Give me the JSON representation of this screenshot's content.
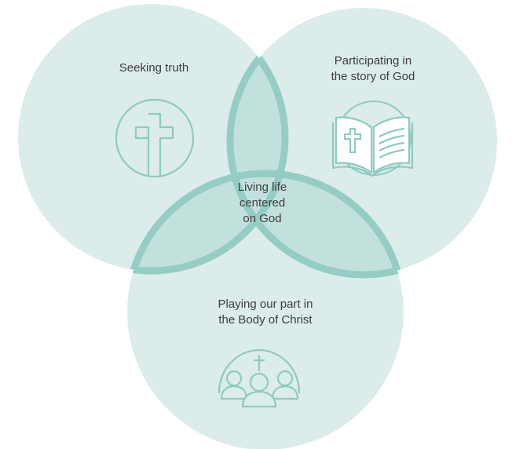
{
  "diagram": {
    "colors": {
      "circle_fill": "#dcecea",
      "lens_fill": "#bfe0db",
      "lens_stroke": "#95cdc5",
      "icon_stroke": "#8fcac1",
      "text": "#3d3d3d"
    },
    "circles": [
      {
        "id": "left",
        "label_lines": [
          "Seeking truth"
        ],
        "icon": "cross-icon"
      },
      {
        "id": "right",
        "label_lines": [
          "Participating in",
          "the story of God"
        ],
        "icon": "bible-icon"
      },
      {
        "id": "bottom",
        "label_lines": [
          "Playing our part in",
          "the Body of Christ"
        ],
        "icon": "community-icon"
      }
    ],
    "center": {
      "label_lines": [
        "Living life",
        "centered",
        "on God"
      ]
    }
  }
}
